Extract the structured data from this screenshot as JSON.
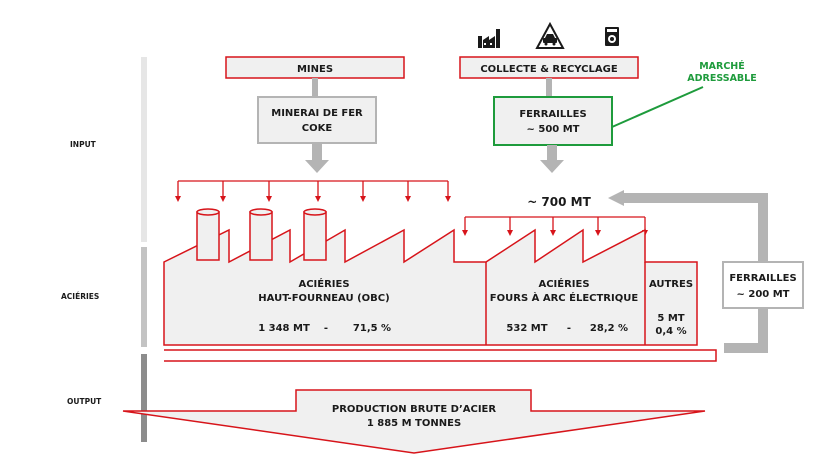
{
  "colors": {
    "red": "#d7141a",
    "green": "#1e9b3c",
    "gray": "#b4b4b4",
    "dark_gray": "#8c8c8c",
    "fill": "#f0f0f0"
  },
  "icons": [
    "factory-icon",
    "recycling-car-icon",
    "washing-machine-icon"
  ],
  "sections": {
    "input": "INPUT",
    "acieries": "ACIÉRIES",
    "output": "OUTPUT"
  },
  "sources": {
    "mines": "MINES",
    "collecte": "COLLECTE & RECYCLAGE"
  },
  "materials": {
    "minerai_line1": "MINERAI DE FER",
    "minerai_line2": "COKE",
    "ferrailles_line1": "FERRAILLES",
    "ferrailles_line2": "~ 500 MT"
  },
  "market": {
    "line1": "MARCHÉ",
    "line2": "ADRESSABLE"
  },
  "scrap_total": "~ 700 MT",
  "recycled": {
    "line1": "FERRAILLES",
    "line2": "~ 200 MT"
  },
  "plants": {
    "obc_line1": "ACIÉRIES",
    "obc_line2": "HAUT-FOURNEAU (OBC)",
    "obc_volume": "1 348 MT",
    "obc_sep": "-",
    "obc_share": "71,5 %",
    "eaf_line1": "ACIÉRIES",
    "eaf_line2": "FOURS À ARC ÉLECTRIQUE",
    "eaf_volume": "532 MT",
    "eaf_sep": "-",
    "eaf_share": "28,2 %",
    "other_label": "AUTRES",
    "other_volume": "5 MT",
    "other_share": "0,4 %"
  },
  "output": {
    "line1": "PRODUCTION BRUTE D’ACIER",
    "line2": "1 885 M TONNES"
  }
}
